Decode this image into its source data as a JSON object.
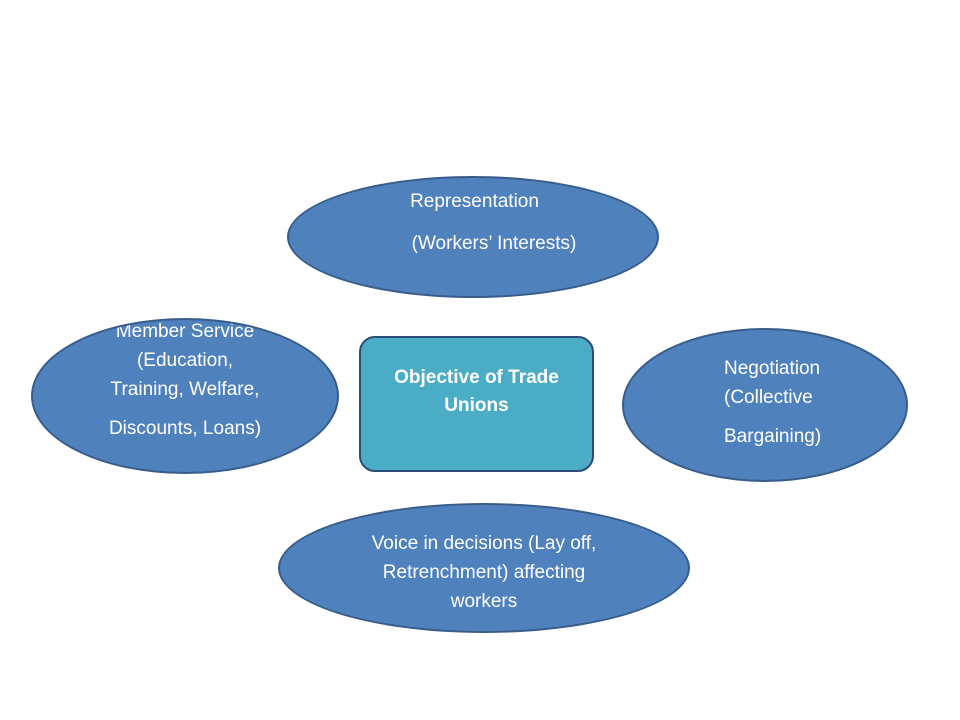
{
  "center": {
    "lines": [
      "Objective of Trade",
      "Unions"
    ]
  },
  "representation": {
    "lines": [
      "Representation",
      "(Workers’ Interests)"
    ]
  },
  "member_service": {
    "lines": [
      "Member Service",
      "(Education,",
      "Training, Welfare,",
      "Discounts, Loans)"
    ]
  },
  "negotiation": {
    "lines": [
      "Negotiation",
      "(Collective",
      "Bargaining)"
    ]
  },
  "voice": {
    "lines": [
      "Voice in decisions (Lay off,",
      "Retrenchment) affecting",
      "workers"
    ]
  },
  "colors": {
    "ellipse_fill": "#4f81bd",
    "ellipse_border": "#385d8a",
    "center_fill": "#4bacc6",
    "center_border": "#2c4d75",
    "text": "#ffffff"
  }
}
